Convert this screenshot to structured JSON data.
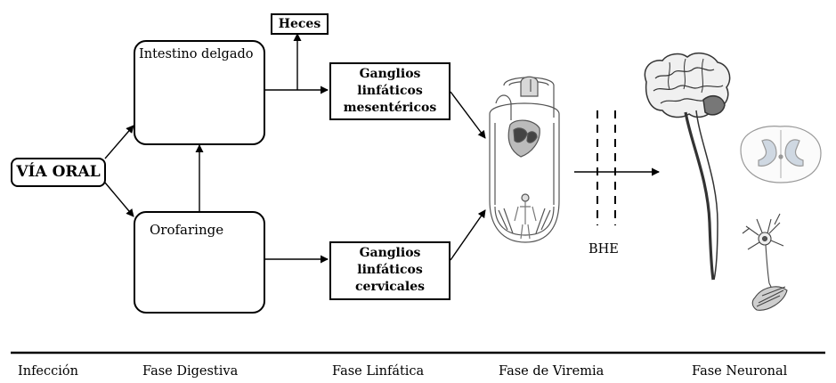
{
  "nodes": {
    "via_oral": "VÍA ORAL",
    "intestino": "Intestino delgado",
    "orofaringe": "Orofaringe",
    "heces": "Heces",
    "ganglios_mesentericos": [
      "Ganglios",
      "linfáticos",
      "mesentéricos"
    ],
    "ganglios_cervicales": [
      "Ganglios",
      "linfáticos",
      "cervicales"
    ],
    "bhe": "BHE"
  },
  "phases": [
    "Infección",
    "Fase Digestiva",
    "Fase Linfática",
    "Fase de Viremia",
    "Fase Neuronal"
  ],
  "colors": {
    "line": "#000000",
    "background": "#ffffff",
    "illustration": "#888888"
  },
  "icons": [
    "intestine-icon",
    "head-profile-icon",
    "circulatory-system-icon",
    "brain-spinal-cord-icon",
    "spinal-cross-section-icon",
    "motor-neuron-muscle-icon"
  ]
}
